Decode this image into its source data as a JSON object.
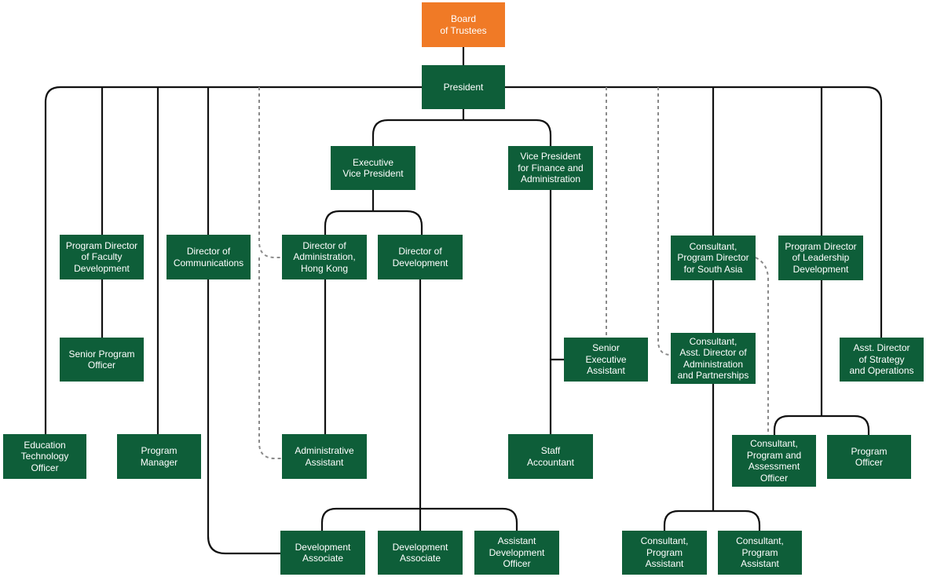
{
  "colors": {
    "node": "#0e5e39",
    "board": "#f07a26",
    "solid_line": "#111111",
    "dotted_line": "#8a8a8a",
    "text": "#ffffff"
  },
  "nodes": {
    "board": "Board\nof Trustees",
    "president": "President",
    "evp": "Executive\nVice President",
    "vpfa": "Vice President\nfor Finance and\nAdministration",
    "pdfd": "Program Director\nof Faculty\nDevelopment",
    "spo": "Senior Program\nOfficer",
    "doc": "Director of\nCommunications",
    "dahk": "Director of\nAdministration,\nHong Kong",
    "dod": "Director of\nDevelopment",
    "cpdsa": "Consultant,\nProgram Director\nfor South Asia",
    "pdld": "Program Director\nof Leadership\nDevelopment",
    "sea": "Senior\nExecutive\nAssistant",
    "cada": "Consultant,\nAsst. Director of\nAdministration\nand Partnerships",
    "adso": "Asst. Director\nof Strategy\nand Operations",
    "eto": "Education\nTechnology\nOfficer",
    "pm": "Program\nManager",
    "aa": "Administrative\nAssistant",
    "sa": "Staff\nAccountant",
    "cpao": "Consultant,\nProgram and\nAssessment\nOfficer",
    "po": "Program\nOfficer",
    "da1": "Development\nAssociate",
    "da2": "Development\nAssociate",
    "ado": "Assistant\nDevelopment\nOfficer",
    "cpa1": "Consultant,\nProgram\nAssistant",
    "cpa2": "Consultant,\nProgram\nAssistant"
  }
}
